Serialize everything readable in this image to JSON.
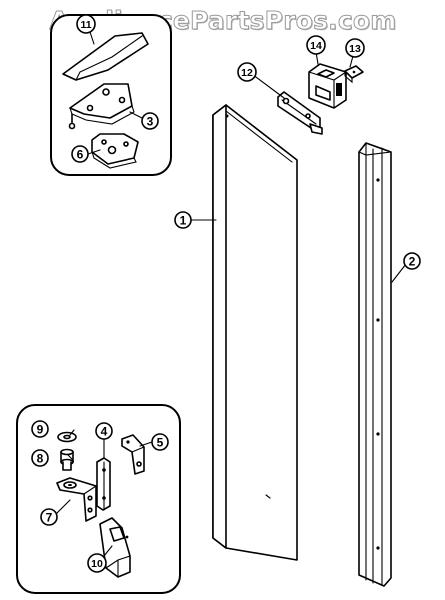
{
  "watermark": "AppliancePartsPros.com",
  "callouts": [
    "1",
    "2",
    "3",
    "4",
    "5",
    "6",
    "7",
    "8",
    "9",
    "10",
    "11",
    "12",
    "13",
    "14"
  ]
}
